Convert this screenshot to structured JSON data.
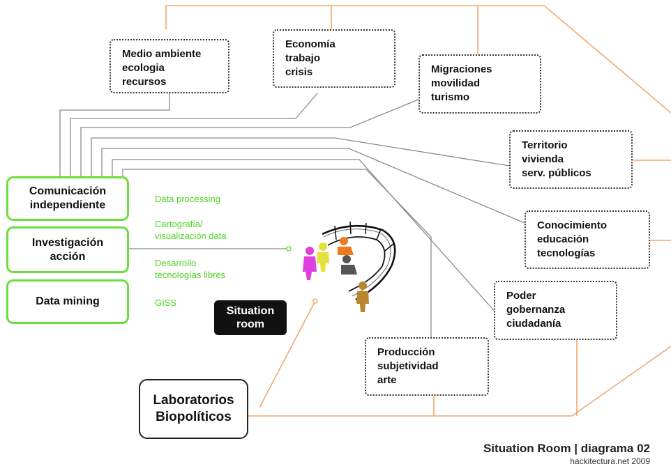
{
  "themes": [
    {
      "id": "medio",
      "lines": "Medio ambiente\necologia\nrecursos"
    },
    {
      "id": "economia",
      "lines": "Economía\ntrabajo\ncrisis"
    },
    {
      "id": "migraciones",
      "lines": "Migraciones\nmovilidad\nturismo"
    },
    {
      "id": "territorio",
      "lines": "Territorio\nvivienda\nserv. públicos"
    },
    {
      "id": "conocimiento",
      "lines": "Conocimiento\neducación\ntecnologías"
    },
    {
      "id": "poder",
      "lines": "Poder\ngobernanza\nciudadanía"
    },
    {
      "id": "produccion",
      "lines": "Producción\nsubjetividad\narte"
    }
  ],
  "left_boxes": [
    {
      "id": "comunicacion",
      "label": "Comunicación\nindependiente"
    },
    {
      "id": "investigacion",
      "label": "Investigación\nacción"
    },
    {
      "id": "datamining",
      "label": "Data mining"
    }
  ],
  "tools": [
    "Data processing",
    "Cartografía/\nvisualización data",
    "Desarrollo\ntecnologías libres",
    "GISS"
  ],
  "situation_room": "Situation\nroom",
  "laboratorios": "Laboratorios\nBiopolíticos",
  "footer": {
    "title": "Situation Room | diagrama 02",
    "credit": "hackitectura.net 2009"
  },
  "colors": {
    "orange_line": "#f4a66c",
    "green": "#6bde3c",
    "tool_text": "#4cd41e",
    "gray_line": "#8a8a8a"
  },
  "figures": [
    "magenta-person",
    "yellow-person",
    "orange-person",
    "gray-person",
    "brown-person"
  ]
}
